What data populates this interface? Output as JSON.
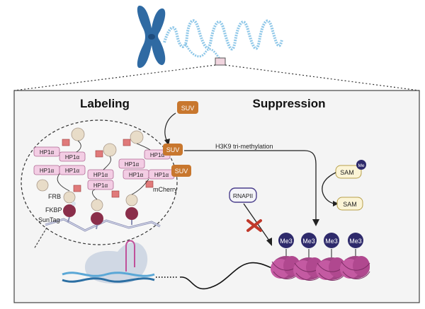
{
  "sections": {
    "labeling": "Labeling",
    "suppression": "Suppression"
  },
  "labels": {
    "suv_top": "SUV",
    "suv_1": "SUV",
    "suv_2": "SUV",
    "h3k9": "H3K9 tri-methylation",
    "sam_me": "SAM",
    "me_small": "Me",
    "sam": "SAM",
    "rnapii": "RNAPII",
    "frb": "FRB",
    "fkbp": "FKBP",
    "suntag": "SunTag",
    "mcherry": "mCherry",
    "hp1a": "HP1α",
    "me3": "Me3"
  },
  "colors": {
    "chromosome": "#2f6aa3",
    "suv_fill": "#c8772e",
    "hp1_fill": "#f3cde4",
    "hp1_stroke": "#b06a95",
    "mcherry": "#e07a7a",
    "bead_light": "#e8dcc8",
    "bead_dark": "#8a2e4a",
    "sam_fill": "#fbf4d6",
    "sam_stroke": "#b8a14b",
    "rnapii_stroke": "#4b3f8c",
    "me3_fill": "#2e2a6b",
    "nucleosome": "#b0488f",
    "inhibit": "#c0392b",
    "dna_blue": "#5aa7d6"
  }
}
